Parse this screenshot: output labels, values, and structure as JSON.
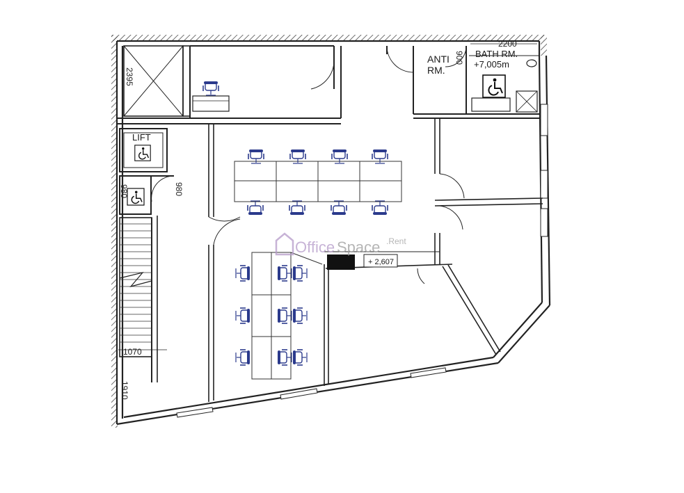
{
  "rooms": {
    "lift": "LIFT",
    "anti_rm_line1": "ANTI",
    "anti_rm_line2": "RM.",
    "bath_rm": "BATH RM.",
    "bath_level": "+7,005m"
  },
  "dimensions": {
    "bath_width": "2200",
    "bath_door": "900",
    "shaft_height": "2395",
    "lift_door": "980",
    "wc_door": "980",
    "stair_width": "1070",
    "stair_bottom": "1910"
  },
  "level_marker": "+ 2,607",
  "watermark": {
    "brand_a": "Office",
    "brand_b": "Space",
    "brand_c": ".Rent"
  },
  "colors": {
    "wall": "#222222",
    "furniture": "#2b3a8c",
    "watermark": "#b59ac9"
  }
}
